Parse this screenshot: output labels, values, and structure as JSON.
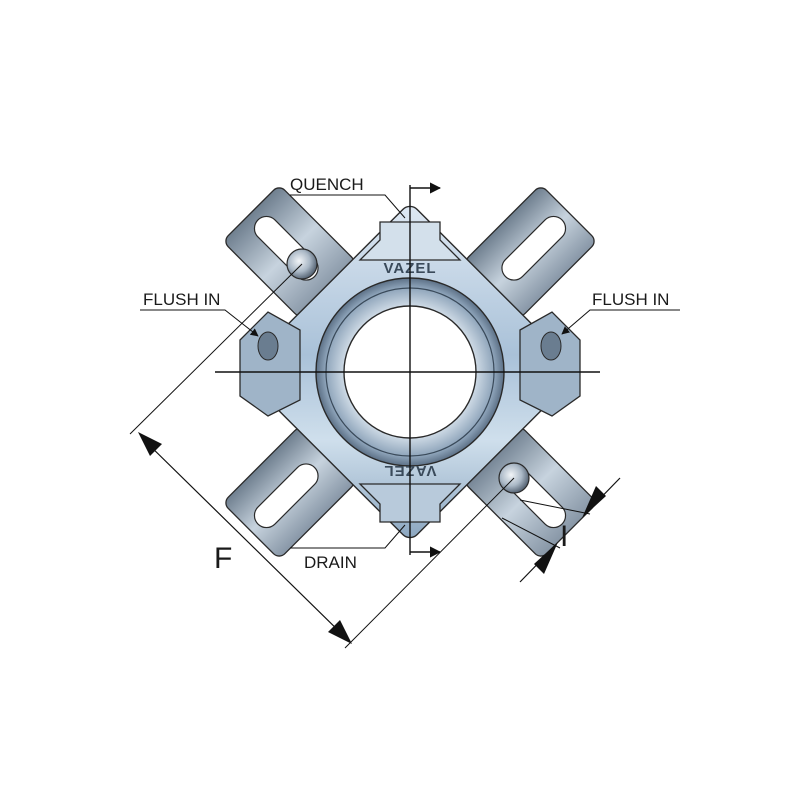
{
  "labels": {
    "quench": "QUENCH",
    "flush_in_left": "FLUSH IN",
    "flush_in_right": "FLUSH IN",
    "drain": "DRAIN",
    "dim_f": "F",
    "dim_i": "I"
  },
  "brand": {
    "top": "VAZEL",
    "bottom": "VAZEL"
  },
  "colors": {
    "plate_light": "#e4eef6",
    "plate_mid": "#b9cfe2",
    "plate_dark": "#7f9bb6",
    "outline": "#2a2a2a",
    "line": "#111111"
  }
}
